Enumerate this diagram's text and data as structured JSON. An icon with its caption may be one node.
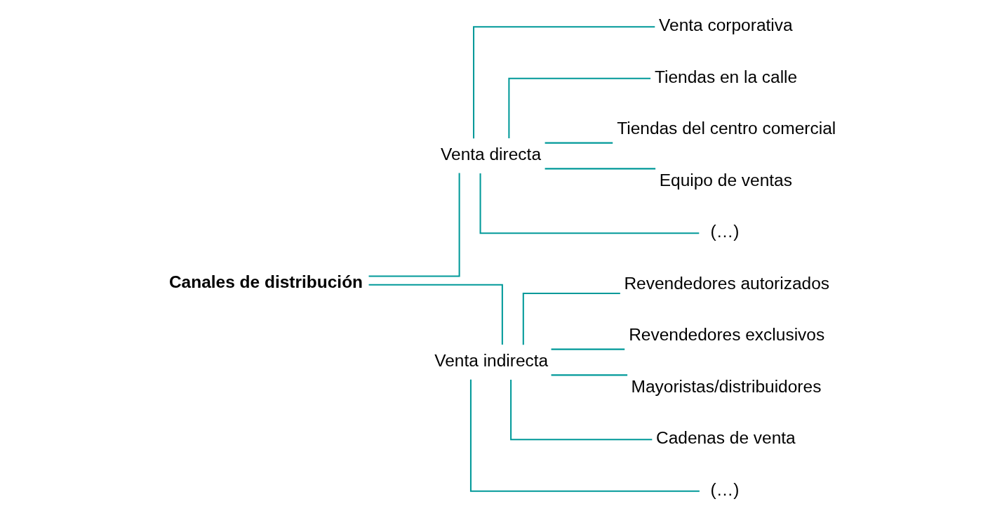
{
  "diagram": {
    "nodes": [
      {
        "text": [
          "Canales de distribución"
        ]
      },
      {
        "text": [
          "Venta directa"
        ]
      },
      {
        "text": [
          "Venta indirecta"
        ]
      },
      {
        "text": [
          "Venta corporativa"
        ]
      },
      {
        "text": [
          "Tiendas en la calle"
        ]
      },
      {
        "text": [
          "Tiendas del centro comercial"
        ]
      },
      {
        "text": [
          "Equipo de ventas"
        ]
      },
      {
        "text": [
          "(…)"
        ]
      },
      {
        "text": [
          "Revendedores autorizados"
        ]
      },
      {
        "text": [
          "Revendedores exclusivos"
        ]
      },
      {
        "text": [
          "Mayoristas/distribuidores"
        ]
      },
      {
        "text": [
          "Cadenas de venta"
        ]
      },
      {
        "text": [
          "(…)"
        ]
      }
    ],
    "edges": [
      {
        "from": 0,
        "to": 1,
        "arrow": "none"
      },
      {
        "from": 0,
        "to": 2,
        "arrow": "none"
      },
      {
        "from": 1,
        "to": 3,
        "arrow": "none"
      },
      {
        "from": 1,
        "to": 4,
        "arrow": "none"
      },
      {
        "from": 1,
        "to": 5,
        "arrow": "none"
      },
      {
        "from": 1,
        "to": 6,
        "arrow": "none"
      },
      {
        "from": 1,
        "to": 7,
        "arrow": "none"
      },
      {
        "from": 2,
        "to": 8,
        "arrow": "none"
      },
      {
        "from": 2,
        "to": 9,
        "arrow": "none"
      },
      {
        "from": 2,
        "to": 10,
        "arrow": "none"
      },
      {
        "from": 2,
        "to": 11,
        "arrow": "none"
      },
      {
        "from": 2,
        "to": 12,
        "arrow": "none"
      }
    ]
  }
}
